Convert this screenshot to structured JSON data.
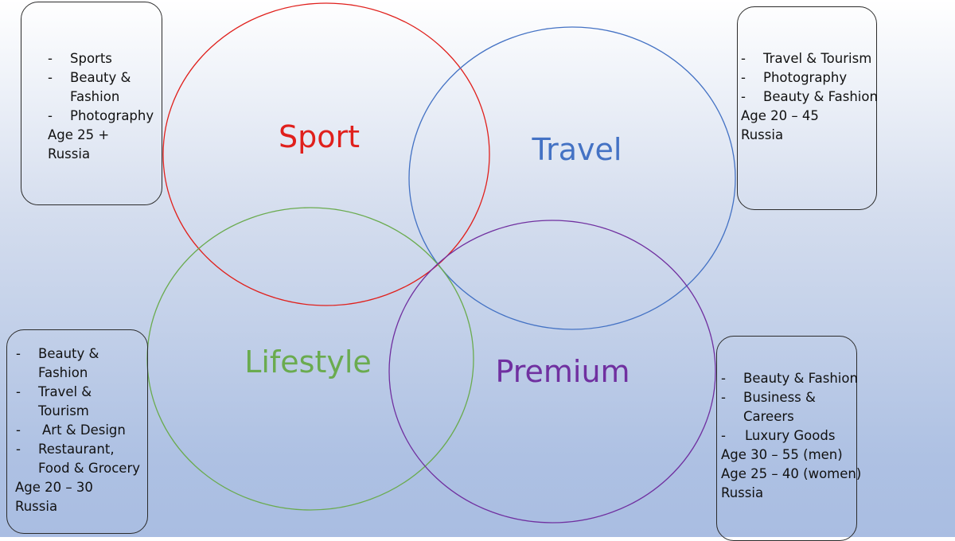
{
  "circles": [
    {
      "key": "sport",
      "label": "Sport",
      "color": "#e0201c"
    },
    {
      "key": "travel",
      "label": "Travel",
      "color": "#4472c4"
    },
    {
      "key": "lifestyle",
      "label": "Lifestyle",
      "color": "#6aab4f"
    },
    {
      "key": "premium",
      "label": "Premium",
      "color": "#7030a0"
    }
  ],
  "boxes": {
    "sport": {
      "items": [
        "Sports",
        "Beauty & Fashion",
        "Photography"
      ],
      "age": "Age 25 +",
      "country": "Russia"
    },
    "travel": {
      "items": [
        "Travel & Tourism",
        "Photography",
        "Beauty & Fashion"
      ],
      "age": "Age 20 – 45",
      "country": "Russia"
    },
    "lifestyle": {
      "items": [
        "Beauty & Fashion",
        "Travel & Tourism",
        "Art & Design",
        "Restaurant, Food & Grocery"
      ],
      "age": "Age 20 – 30",
      "country": "Russia"
    },
    "premium": {
      "items": [
        "Beauty & Fashion",
        "Business & Careers",
        "Luxury Goods"
      ],
      "age_men": "Age 30 – 55 (men)",
      "age_women": "Age 25 – 40 (women)",
      "country": "Russia"
    }
  }
}
